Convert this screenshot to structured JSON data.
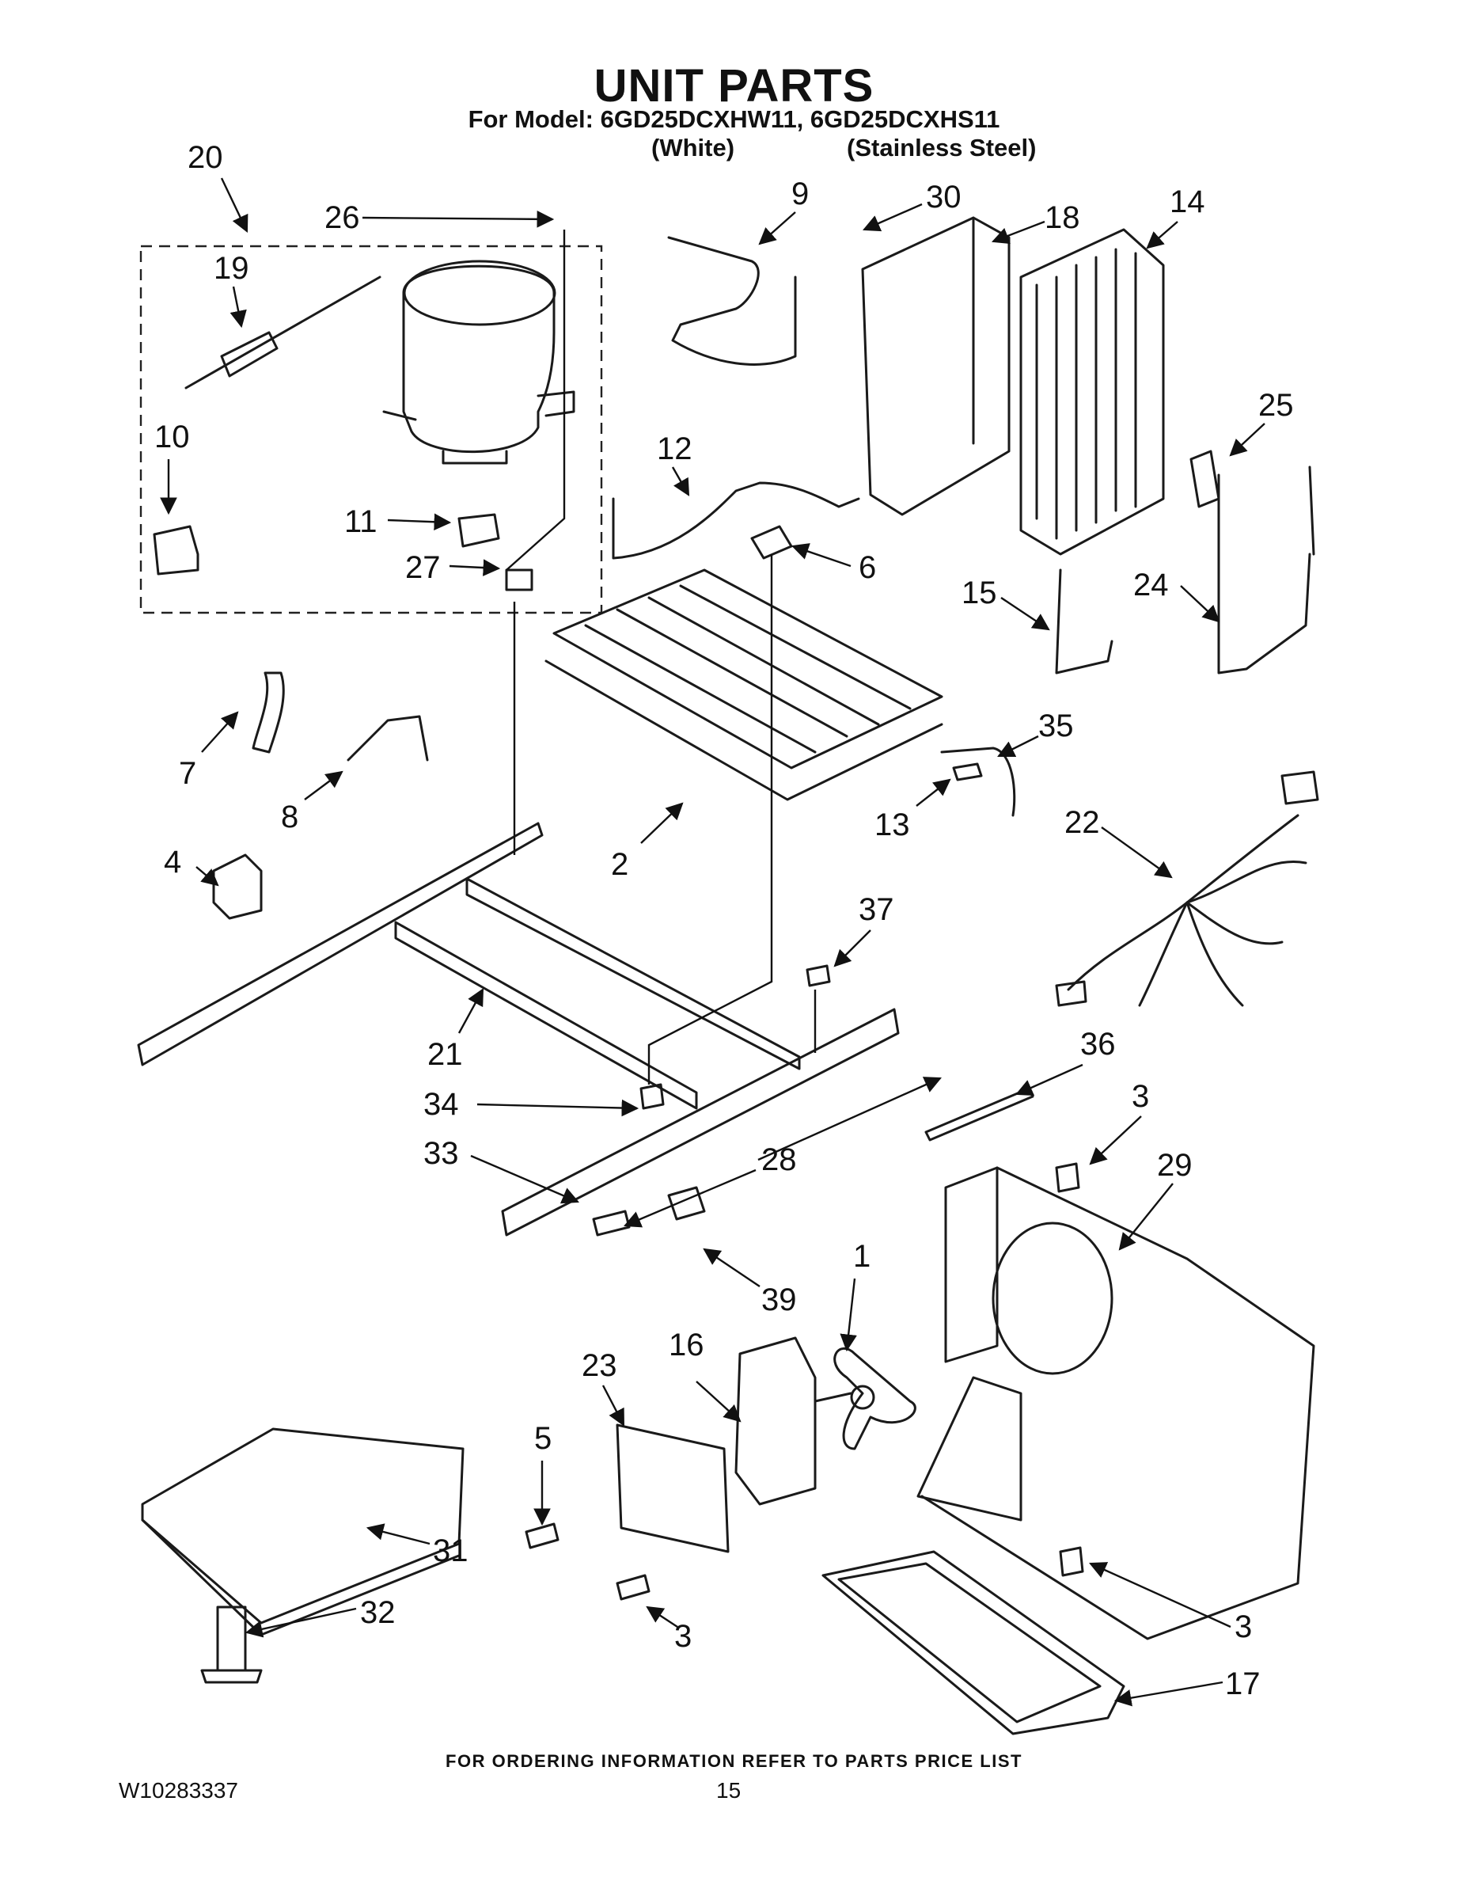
{
  "header": {
    "title": "UNIT PARTS",
    "model_line": "For Model: 6GD25DCXHW11, 6GD25DCXHS11",
    "color_white": "(White)",
    "color_stainless": "(Stainless Steel)"
  },
  "footer": {
    "note": "FOR ORDERING INFORMATION REFER TO PARTS PRICE LIST",
    "doc_number": "W10283337",
    "page_number": "15"
  },
  "callouts": [
    {
      "id": "c20",
      "label": "20"
    },
    {
      "id": "c26",
      "label": "26"
    },
    {
      "id": "c9",
      "label": "9"
    },
    {
      "id": "c30",
      "label": "30"
    },
    {
      "id": "c18",
      "label": "18"
    },
    {
      "id": "c14",
      "label": "14"
    },
    {
      "id": "c19",
      "label": "19"
    },
    {
      "id": "c10",
      "label": "10"
    },
    {
      "id": "c12",
      "label": "12"
    },
    {
      "id": "c25",
      "label": "25"
    },
    {
      "id": "c11",
      "label": "11"
    },
    {
      "id": "c27",
      "label": "27"
    },
    {
      "id": "c6",
      "label": "6"
    },
    {
      "id": "c15",
      "label": "15"
    },
    {
      "id": "c24",
      "label": "24"
    },
    {
      "id": "c7",
      "label": "7"
    },
    {
      "id": "c8",
      "label": "8"
    },
    {
      "id": "c35",
      "label": "35"
    },
    {
      "id": "c13",
      "label": "13"
    },
    {
      "id": "c22",
      "label": "22"
    },
    {
      "id": "c4",
      "label": "4"
    },
    {
      "id": "c2",
      "label": "2"
    },
    {
      "id": "c37",
      "label": "37"
    },
    {
      "id": "c21",
      "label": "21"
    },
    {
      "id": "c36",
      "label": "36"
    },
    {
      "id": "c34",
      "label": "34"
    },
    {
      "id": "c3a",
      "label": "3"
    },
    {
      "id": "c33",
      "label": "33"
    },
    {
      "id": "c29",
      "label": "29"
    },
    {
      "id": "c28",
      "label": "28"
    },
    {
      "id": "c39",
      "label": "39"
    },
    {
      "id": "c1",
      "label": "1"
    },
    {
      "id": "c16",
      "label": "16"
    },
    {
      "id": "c23",
      "label": "23"
    },
    {
      "id": "c5",
      "label": "5"
    },
    {
      "id": "c31",
      "label": "31"
    },
    {
      "id": "c32",
      "label": "32"
    },
    {
      "id": "c3b",
      "label": "3"
    },
    {
      "id": "c3c",
      "label": "3"
    },
    {
      "id": "c17",
      "label": "17"
    }
  ]
}
